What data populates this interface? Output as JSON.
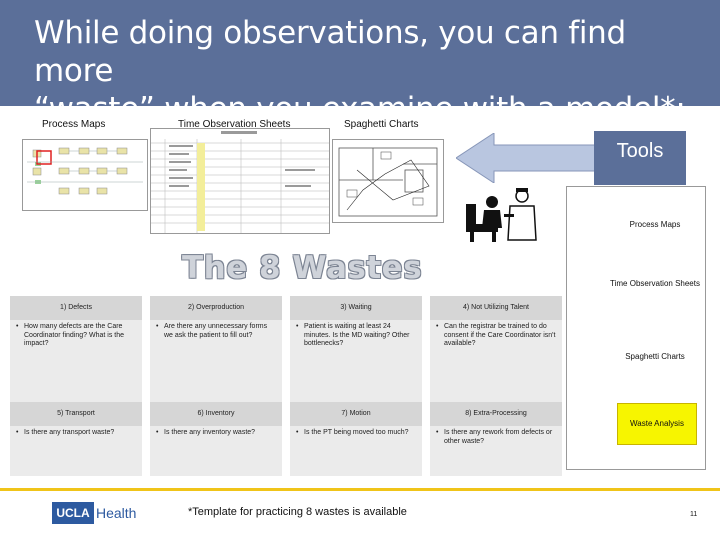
{
  "title": "While doing observations, you can find more\n“waste” when you examine with a model*:",
  "top_labels": {
    "process_maps": "Process Maps",
    "time_observation": "Time Observation Sheets",
    "spaghetti": "Spaghetti Charts"
  },
  "tools": {
    "label": "Tools",
    "items": [
      "Process Maps",
      "Time Observation Sheets",
      "Spaghetti Charts",
      "Waste Analysis"
    ],
    "highlight_color": "#f7f500",
    "arrow_color": "#5b6f99"
  },
  "wastes_title": "The 8 Wastes",
  "wastes": [
    {
      "name": "1) Defects",
      "question": "How many defects are the Care Coordinator finding? What is the impact?"
    },
    {
      "name": "2) Overproduction",
      "question": "Are there any unnecessary forms we ask the patient to fill out?"
    },
    {
      "name": "3) Waiting",
      "question": "Patient is waiting at least 24 minutes. Is the MD waiting? Other bottlenecks?"
    },
    {
      "name": "4) Not Utilizing Talent",
      "question": "Can the registrar be trained to do consent if the Care Coordinator isn't available?"
    },
    {
      "name": "5) Transport",
      "question": "Is there any transport waste?"
    },
    {
      "name": "6) Inventory",
      "question": "Is there any inventory waste?"
    },
    {
      "name": "7) Motion",
      "question": "Is the PT being moved too much?"
    },
    {
      "name": "8) Extra-Processing",
      "question": "Is there any rework from defects or other waste?"
    }
  ],
  "footer": {
    "logo_ucla": "UCLA",
    "logo_health": "Health",
    "footnote": "*Template for practicing 8 wastes is available",
    "page_number": "11"
  },
  "colors": {
    "header": "#5b6f99",
    "footer_rule": "#f0c419",
    "box_bg": "#ebebeb",
    "box_head": "#d6d6d6"
  }
}
